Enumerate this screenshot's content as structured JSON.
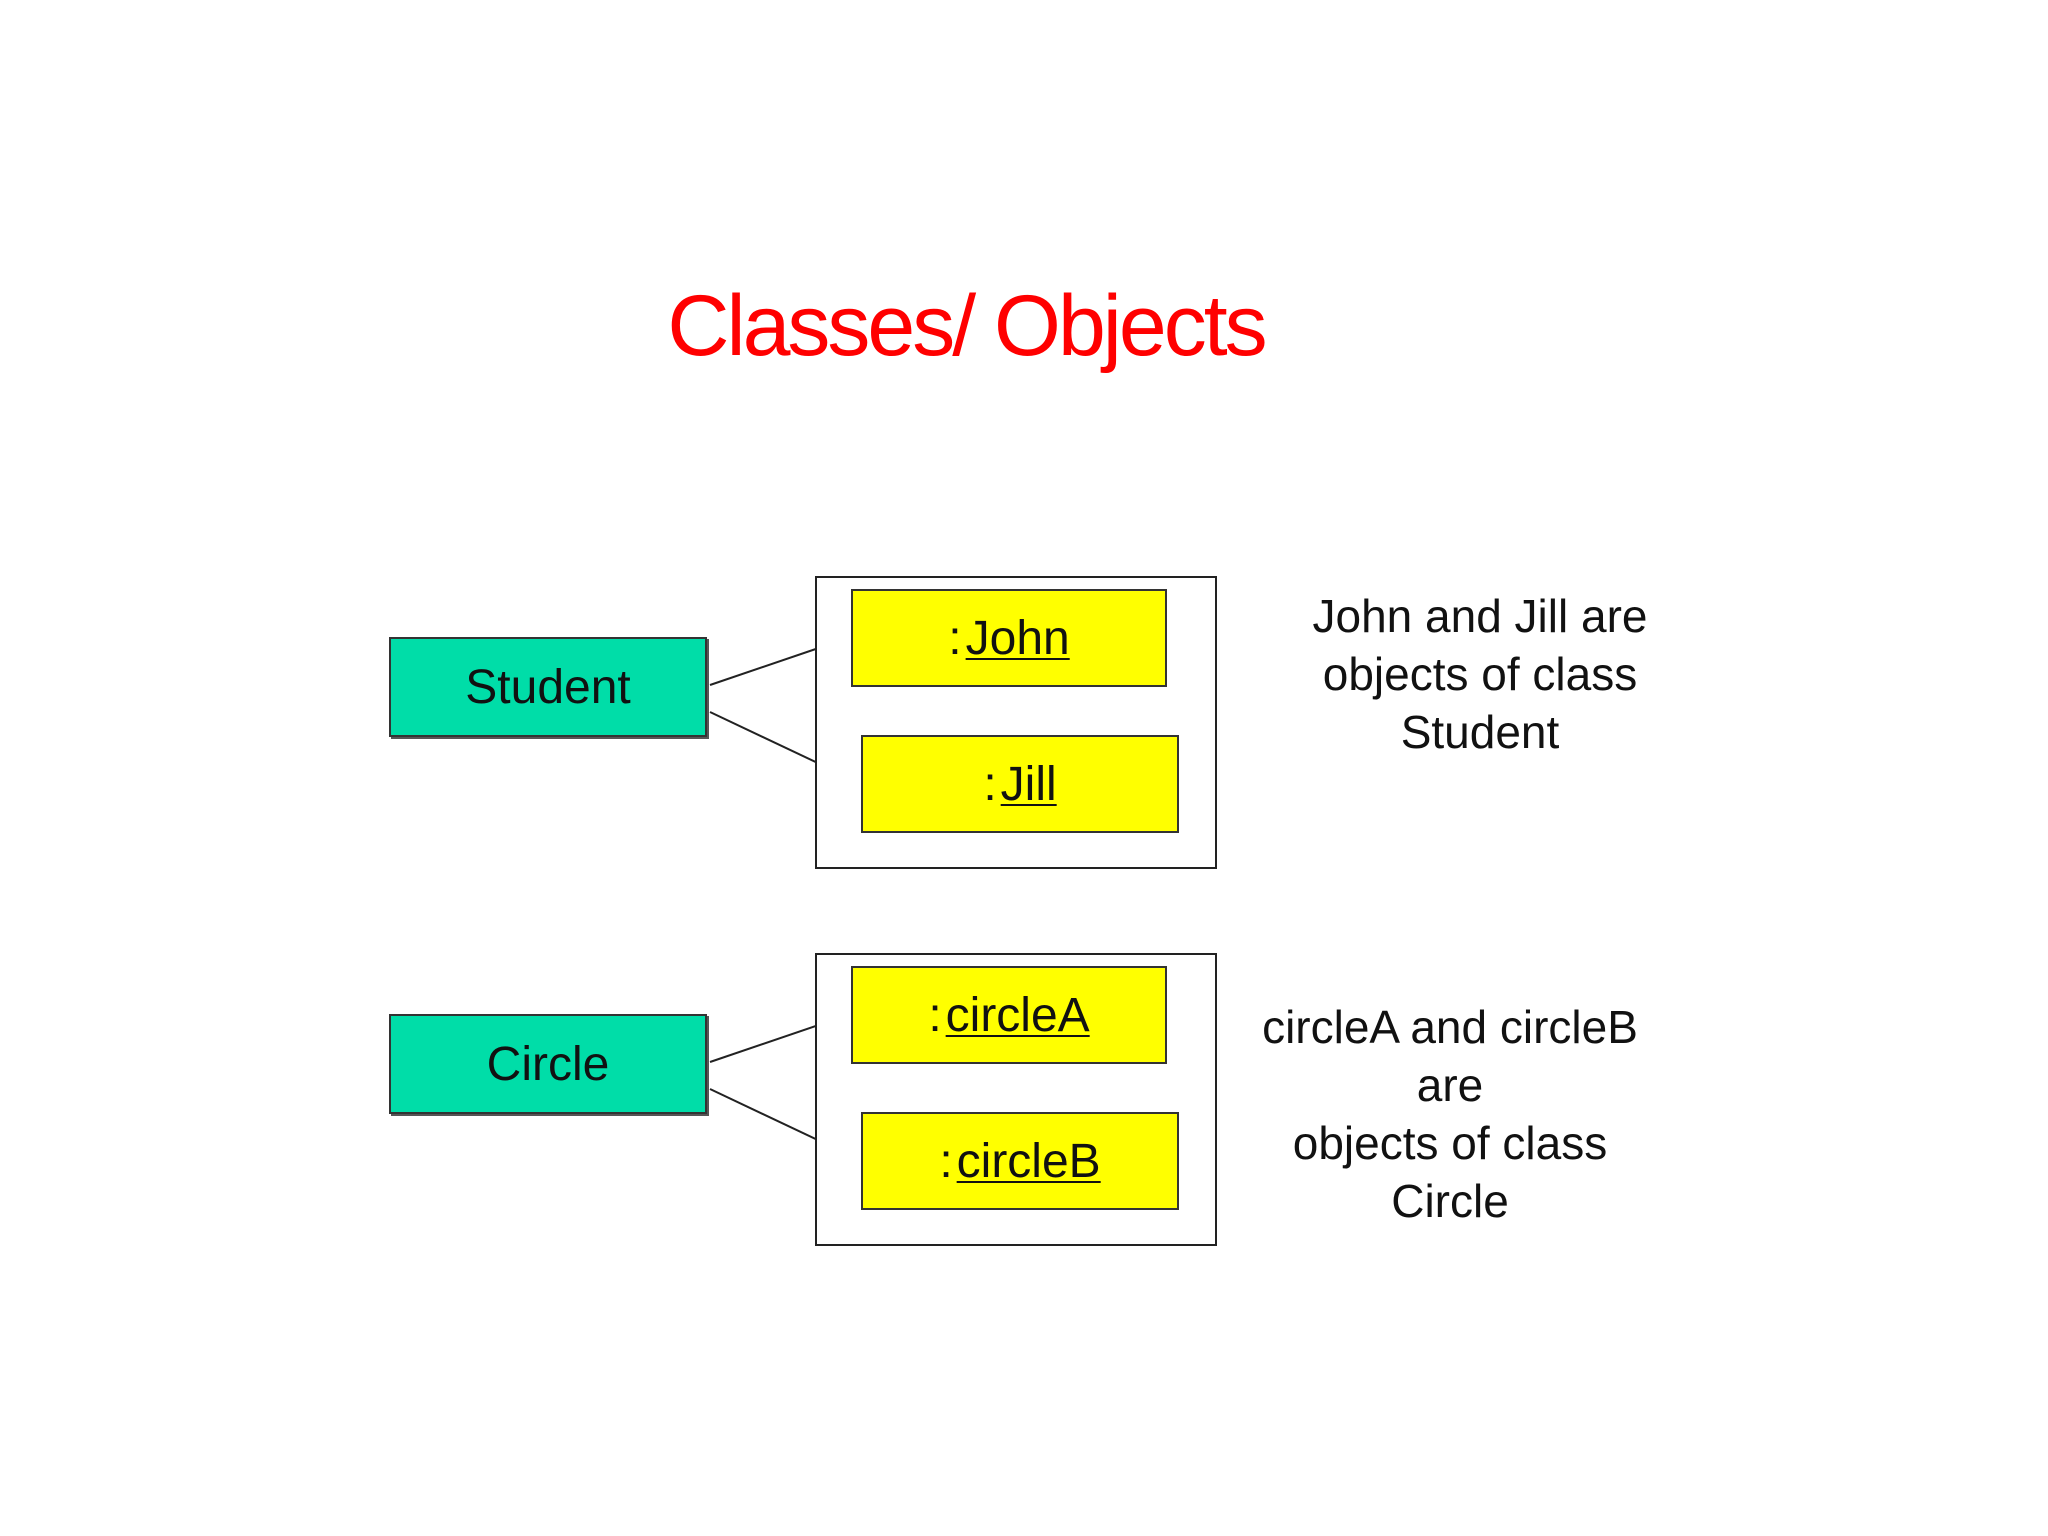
{
  "title": "Classes/ Objects",
  "colors": {
    "title": "#ff0000",
    "class_fill": "#00dda8",
    "object_fill": "#ffff00"
  },
  "groups": [
    {
      "class_name": "Student",
      "objects": [
        {
          "colon": ":",
          "name": "John"
        },
        {
          "colon": ":",
          "name": "Jill"
        }
      ],
      "note_lines": [
        "John and Jill are",
        "objects of class",
        "Student"
      ]
    },
    {
      "class_name": "Circle",
      "objects": [
        {
          "colon": ":",
          "name": "circleA"
        },
        {
          "colon": ":",
          "name": "circleB"
        }
      ],
      "note_lines": [
        "circleA and circleB",
        "are",
        "objects of class",
        "Circle"
      ]
    }
  ]
}
